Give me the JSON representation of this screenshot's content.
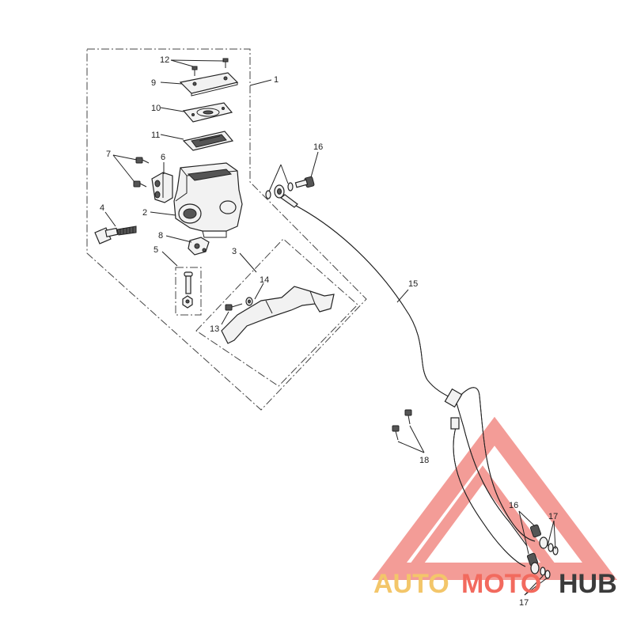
{
  "labels": {
    "n1": "1",
    "n2": "2",
    "n3": "3",
    "n4": "4",
    "n5": "5",
    "n6": "6",
    "n7": "7",
    "n8": "8",
    "n9": "9",
    "n10": "10",
    "n11": "11",
    "n12": "12",
    "n13": "13",
    "n14": "14",
    "n15": "15",
    "n16": "16",
    "n16b": "16",
    "n17": "17",
    "n17b": "17",
    "n18": "18"
  },
  "watermark": {
    "part1": "AUTO",
    "part2": "MOTO",
    "part3": "HUB",
    "colors": {
      "auto": "#f3c66a",
      "moto": "#f26a5e",
      "hub": "#3b3b3b",
      "triangle": "#f07c75"
    }
  }
}
